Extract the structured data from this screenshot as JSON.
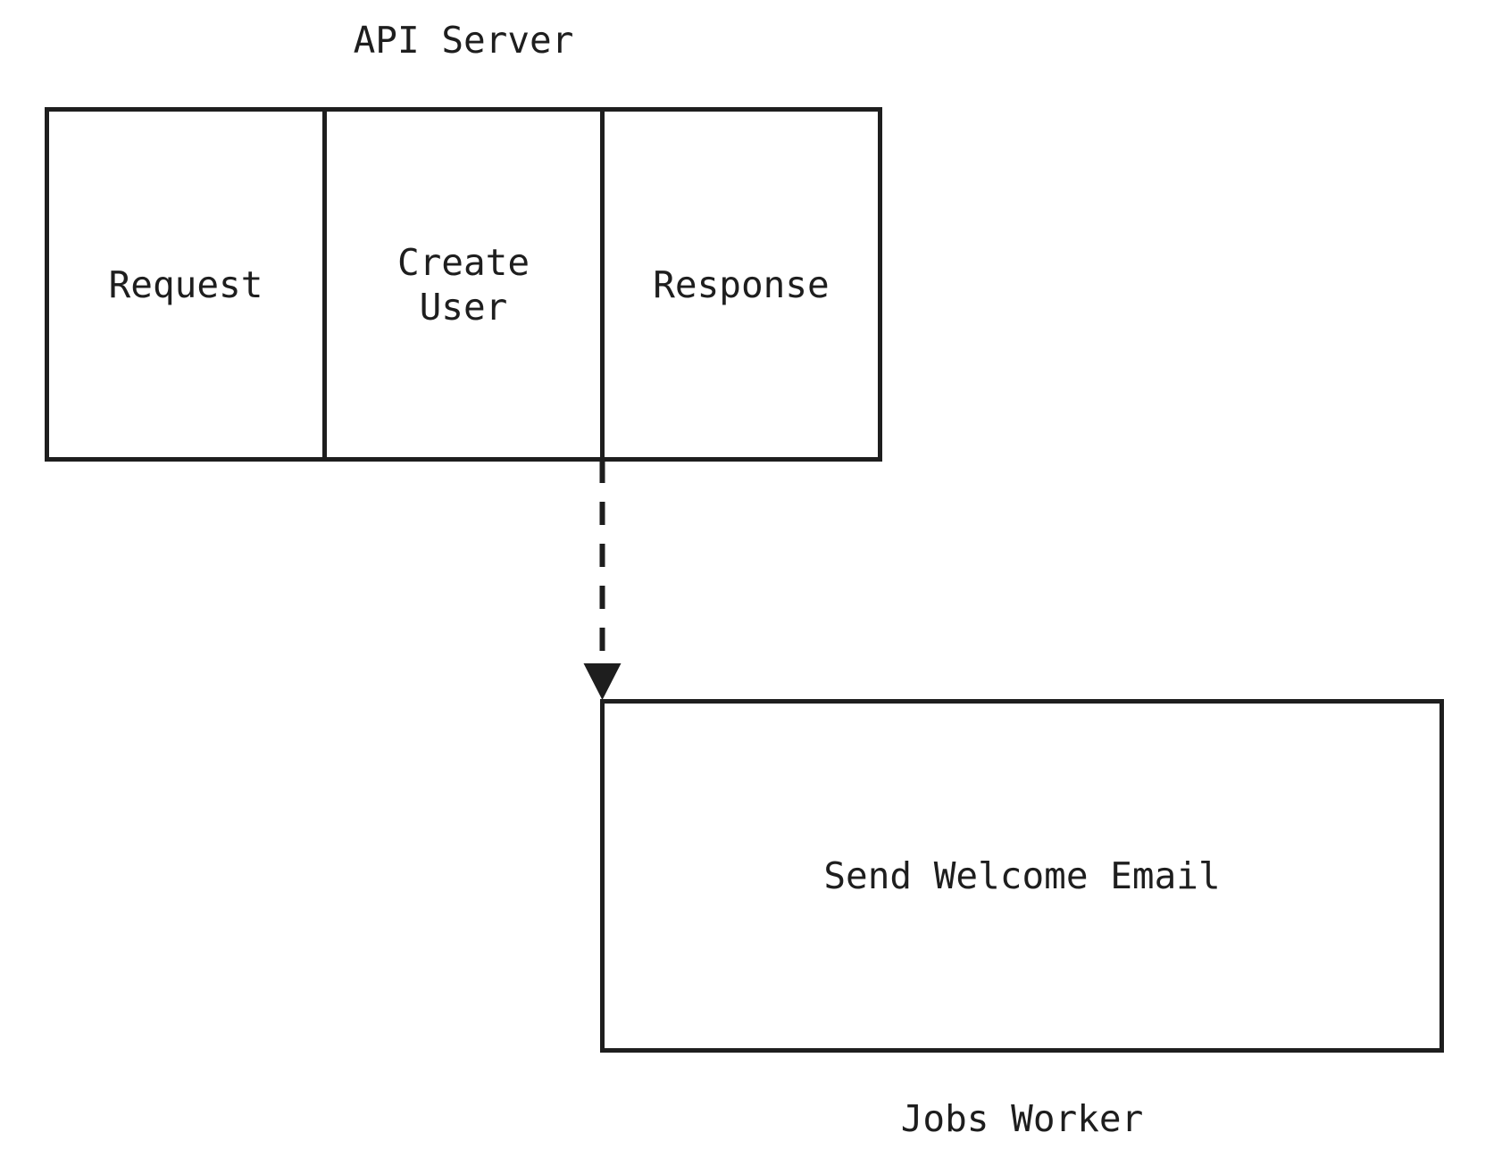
{
  "diagram": {
    "background_color": "#ffffff",
    "stroke_color": "#1e1e1e",
    "text_color": "#1e1e1e",
    "api_server": {
      "title": "API Server",
      "stages": [
        {
          "label": "Request"
        },
        {
          "label": "Create\nUser"
        },
        {
          "label": "Response"
        }
      ]
    },
    "connector": {
      "type": "dashed-arrow",
      "direction": "down"
    },
    "jobs_worker": {
      "title": "Jobs Worker",
      "task": {
        "label": "Send Welcome Email"
      }
    }
  }
}
